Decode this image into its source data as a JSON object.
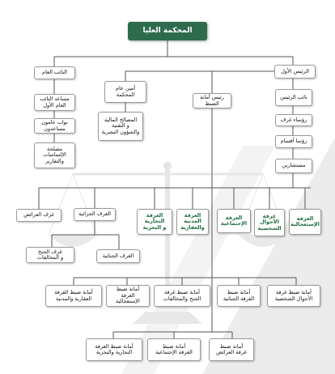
{
  "title": "المحكمة العليا",
  "branches": {
    "first_president": "الرئيس الأول",
    "general_prosecutor": "النائب العام",
    "registry_head": "رئيس أمانة\nالضبط",
    "court_secretary": "أمين عام\nالمحكمة"
  },
  "right_column": [
    "نائب الرئيس",
    "رؤساء غرف",
    "رؤسا أقسام",
    "مستشارين"
  ],
  "left_column": [
    "مساعد النائب\nالعام الأول",
    "نواب عامون\nمساعدون",
    "مصلحة\nالإلتماسات\nوالتقارير"
  ],
  "secretary_child": "المصالح المالية\nو التقنية\nوالشؤون البشرية",
  "chambers": [
    "الغرفة\nالإستعجالية",
    "غرفة\nالأحوال\nالشخصية",
    "الغرفة\nالإجتماعية",
    "الغرفة\nالمدنية\nوالعقارية",
    "الغرفة\nالتجارية\nو البحرية"
  ],
  "criminal_chambers": "الغرف الجزائية",
  "petitions_chamber": "غرف العرائض",
  "criminal_children": [
    "الغرف الجنائية",
    "غرف الجنح\nو المخالفات"
  ],
  "registries_row1": [
    "أمانة ضبط غرفة\nالأحوال الشخصية",
    "أمانة ضبط\nالغرفة الجنائية",
    "أمانة ضبط غرفة\nالجنح والمخالفات",
    "أمانة ضبط\nالغرفة الإستعجالية",
    "أمانة ضبط الغرفة\nالعقارية والمدنية"
  ],
  "registries_row2": [
    "أمانة ضبط\nغرفة العرائض",
    "أمانة ضبط\nالغرفة الإجتماعية",
    "أمانة ضبط الغرفة\nالتجارية والبحرية"
  ]
}
